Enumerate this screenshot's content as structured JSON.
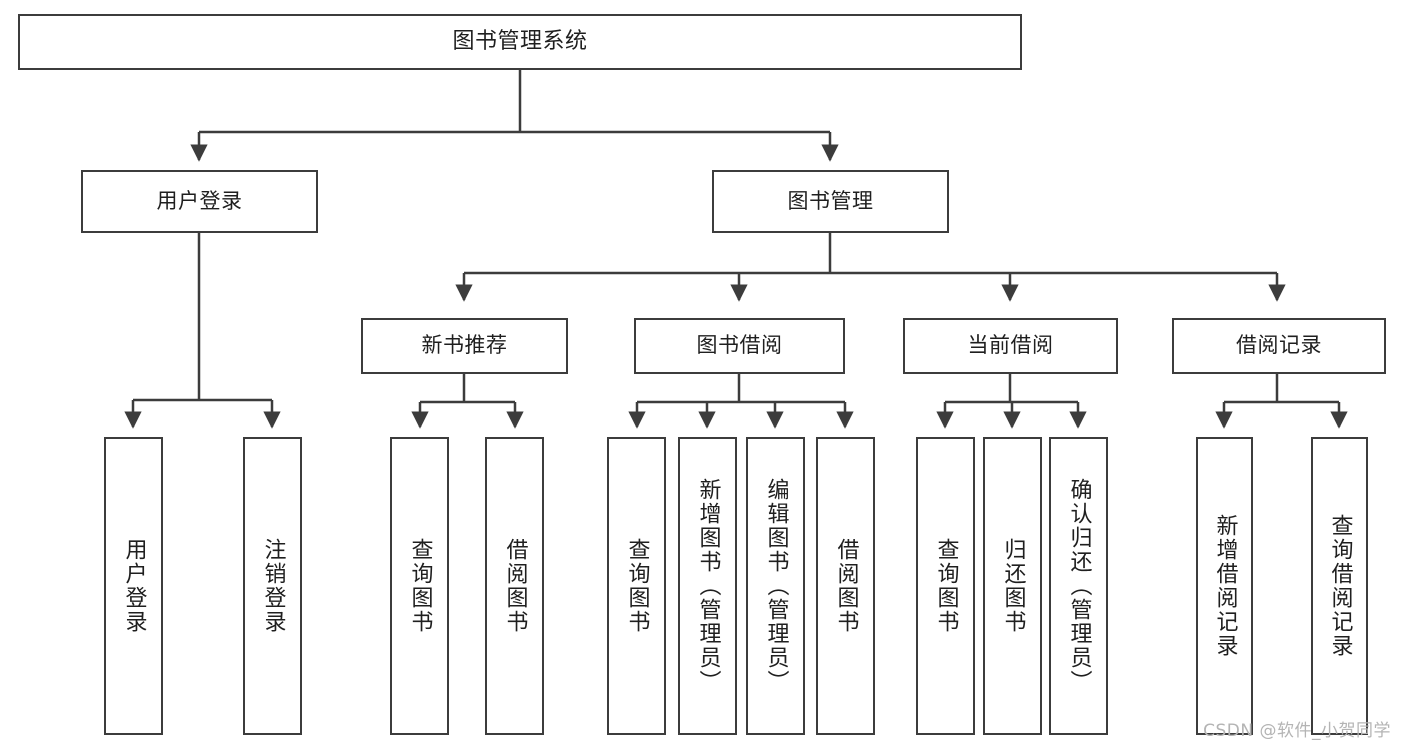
{
  "diagram": {
    "type": "tree-hierarchy-functional-decomposition",
    "background_color": "#ffffff",
    "line_color": "#3c3c3c",
    "box_border_color": "#3c3c3c",
    "root": {
      "label": "图书管理系统"
    },
    "level2": [
      {
        "label": "用户登录"
      },
      {
        "label": "图书管理"
      }
    ],
    "level3": [
      {
        "label": "新书推荐"
      },
      {
        "label": "图书借阅"
      },
      {
        "label": "当前借阅"
      },
      {
        "label": "借阅记录"
      }
    ],
    "leaves": {
      "user_login": [
        {
          "label": "用户登录"
        },
        {
          "label": "注销登录"
        }
      ],
      "new_book_recommend": [
        {
          "label": "查询图书"
        },
        {
          "label": "借阅图书"
        }
      ],
      "book_borrow": [
        {
          "label": "查询图书"
        },
        {
          "label": "新增图书（管理员）"
        },
        {
          "label": "编辑图书（管理员）"
        },
        {
          "label": "借阅图书"
        }
      ],
      "current_borrow": [
        {
          "label": "查询图书"
        },
        {
          "label": "归还图书"
        },
        {
          "label": "确认归还（管理员）"
        }
      ],
      "borrow_record": [
        {
          "label": "新增借阅记录"
        },
        {
          "label": "查询借阅记录"
        }
      ]
    }
  },
  "watermark": {
    "text": "CSDN @软件_小贺同学"
  }
}
